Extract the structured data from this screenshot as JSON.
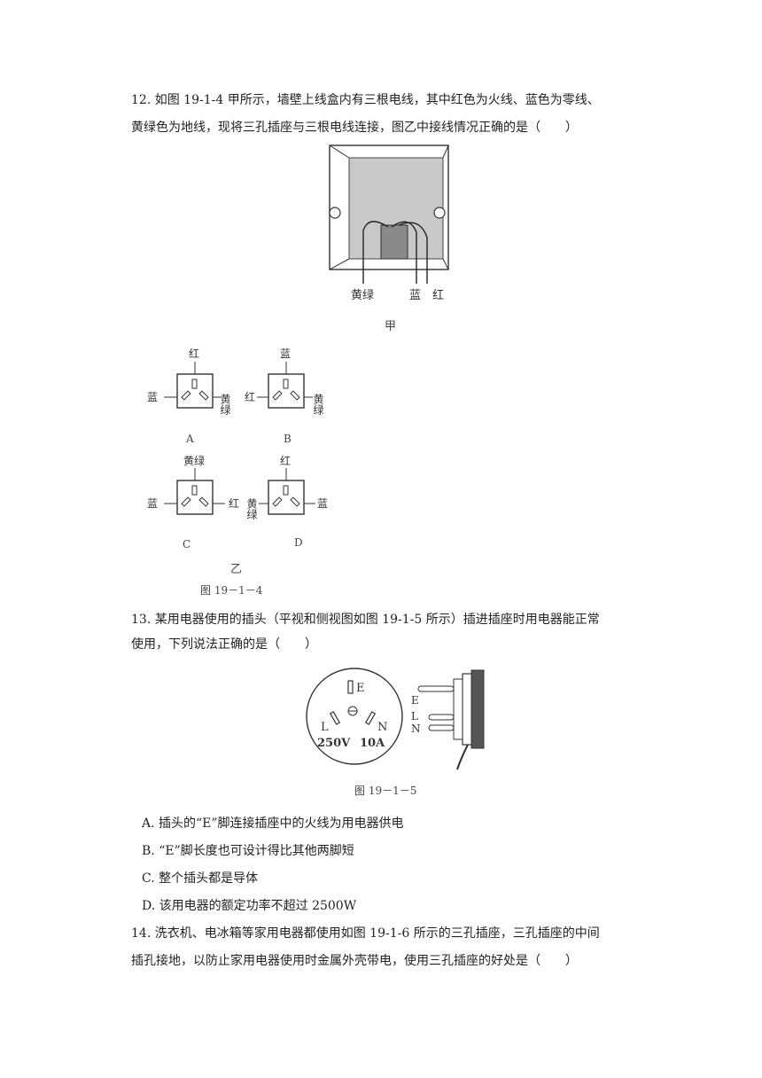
{
  "q12": {
    "line1": "12. 如图 19-1-4 甲所示，墙壁上线盒内有三根电线，其中红色为火线、蓝色为零线、",
    "line2": "黄绿色为地线，现将三孔插座与三根电线连接，图乙中接线情况正确的是（　　）",
    "fig_jia": {
      "wire_labels": [
        "黄绿",
        "蓝",
        "红"
      ],
      "caption": "甲"
    },
    "fig_yi": {
      "sockets": [
        {
          "top": "红",
          "left": "蓝",
          "right": "黄绿",
          "letter": "A"
        },
        {
          "top": "蓝",
          "left": "红",
          "right": "黄绿",
          "letter": "B"
        },
        {
          "top": "黄绿",
          "left": "蓝",
          "right": "红",
          "letter": "C"
        },
        {
          "top": "红",
          "left": "黄绿",
          "right": "蓝",
          "letter": "D"
        }
      ],
      "caption": "乙",
      "figure_number": "图 19－1－4"
    }
  },
  "q13": {
    "line1": "13. 某用电器使用的插头（平视和侧视图如图 19-1-5 所示）插进插座时用电器能正常",
    "line2": "使用，下列说法正确的是（　　）",
    "plug_front": {
      "e": "E",
      "l": "L",
      "n": "N",
      "voltage": "250V",
      "current": "10A"
    },
    "plug_side": {
      "e": "E",
      "l": "L",
      "n": "N"
    },
    "figure_number": "图 19－1－5",
    "options": [
      "A. 插头的“E”脚连接插座中的火线为用电器供电",
      "B. “E”脚长度也可设计得比其他两脚短",
      "C. 整个插头都是导体",
      "D. 该用电器的额定功率不超过 2500W"
    ]
  },
  "q14": {
    "line1": "14. 洗衣机、电冰箱等家用电器都使用如图 19-1-6 所示的三孔插座，三孔插座的中间",
    "line2": "插孔接地，以防止家用电器使用时金属外壳带电，使用三孔插座的好处是（　　）"
  }
}
